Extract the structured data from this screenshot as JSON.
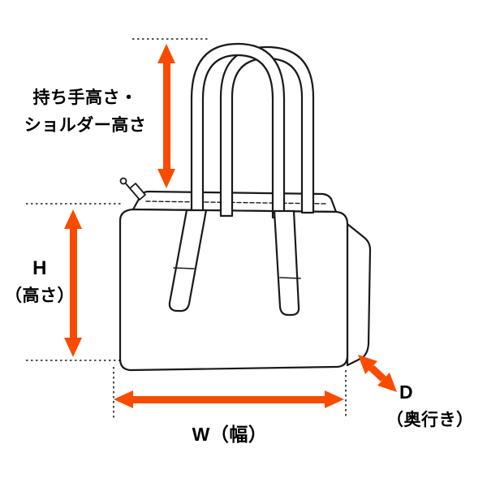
{
  "labels": {
    "handle_height": {
      "line1": "持ち手高さ・",
      "line2": "ショルダー高さ"
    },
    "height": {
      "letter": "H",
      "unit": "（高さ）"
    },
    "width": {
      "text": "W（幅）"
    },
    "depth": {
      "letter": "D",
      "unit": "（奥行き）"
    }
  },
  "colors": {
    "arrow": "#F94B00",
    "outline": "#1A1A1A",
    "background": "#FFFFFF"
  }
}
